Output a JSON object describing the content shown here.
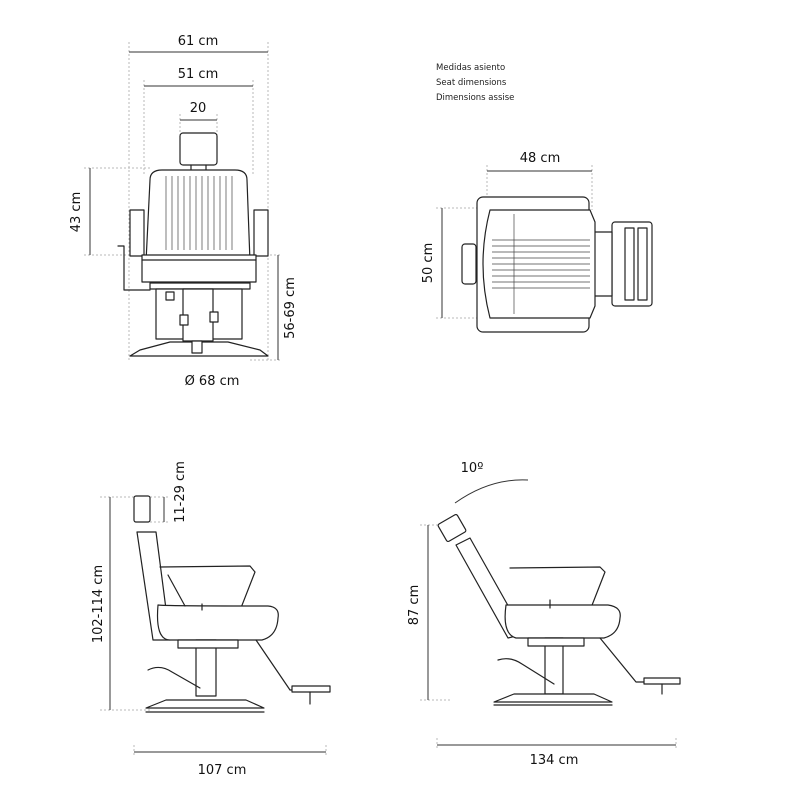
{
  "notes": {
    "seat_es": "Medidas asiento",
    "seat_en": "Seat dimensions",
    "seat_fr": "Dimensions assise"
  },
  "front_view": {
    "overall_width": "61 cm",
    "seat_width": "51 cm",
    "headrest_width": "20",
    "backrest_height": "43 cm",
    "seat_height": "56-69 cm",
    "base_diameter": "Ø 68 cm"
  },
  "top_view": {
    "seat_depth_width": "48 cm",
    "seat_depth": "50 cm"
  },
  "side_view": {
    "total_height": "102-114 cm",
    "headrest_adjust": "11-29 cm",
    "depth": "107 cm"
  },
  "reclined_view": {
    "angle": "10º",
    "height": "87 cm",
    "length": "134 cm"
  },
  "colors": {
    "line": "#222222",
    "dimension_guide": "#b8b8b8"
  }
}
